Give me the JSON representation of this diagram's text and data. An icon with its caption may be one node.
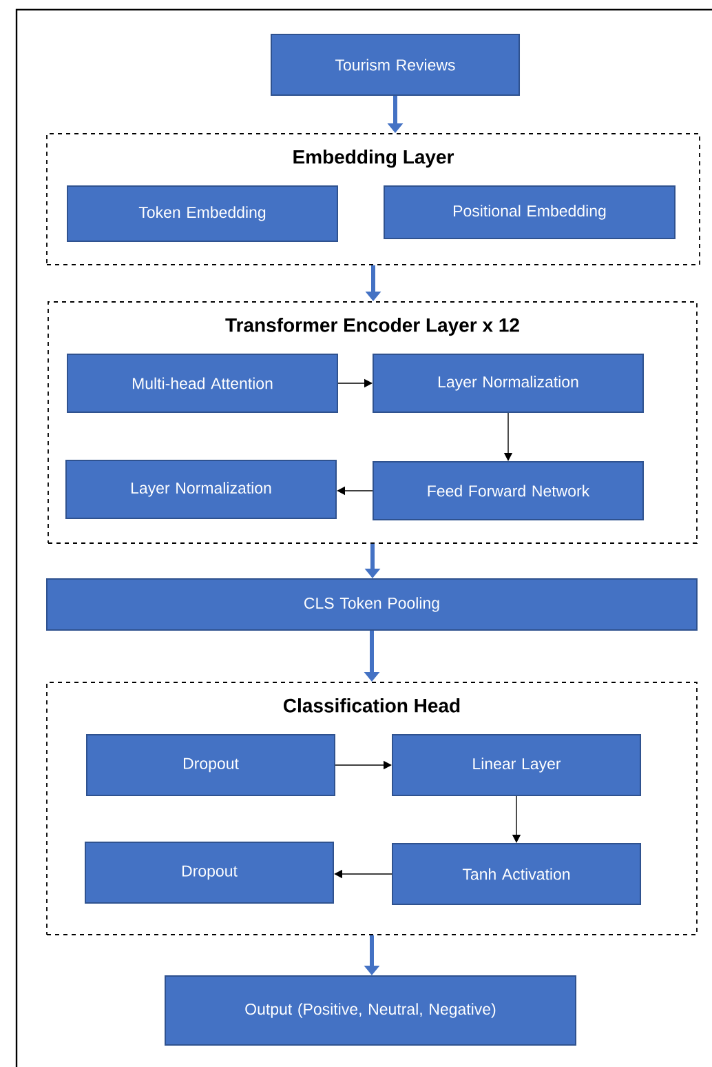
{
  "diagram": {
    "nodes": [
      {
        "text": [
          "Tourism Reviews"
        ]
      },
      {
        "text": [
          "Embedding Layer"
        ]
      },
      {
        "text": [
          "Token Embedding"
        ],
        "in": 1
      },
      {
        "text": [
          "Positional Embedding"
        ],
        "in": 1
      },
      {
        "text": [
          "Transformer Encoder Layer x 12"
        ]
      },
      {
        "text": [
          "Multi-head Attention"
        ],
        "in": 4
      },
      {
        "text": [
          "Layer Normalization"
        ],
        "in": 4
      },
      {
        "text": [
          "Feed Forward Network"
        ],
        "in": 4
      },
      {
        "text": [
          "Layer Normalization"
        ],
        "in": 4
      },
      {
        "text": [
          "CLS Token Pooling"
        ]
      },
      {
        "text": [
          "Classification Head"
        ]
      },
      {
        "text": [
          "Dropout"
        ],
        "in": 10
      },
      {
        "text": [
          "Linear Layer"
        ],
        "in": 10
      },
      {
        "text": [
          "Tanh Activation"
        ],
        "in": 10
      },
      {
        "text": [
          "Dropout"
        ],
        "in": 10
      },
      {
        "text": [
          "Output (Positive, Neutral, Negative)"
        ]
      }
    ],
    "edges": [
      {
        "from": 0,
        "to": 1,
        "arrow": "to",
        "style": "thick",
        "color": "#4472c4"
      },
      {
        "from": 1,
        "to": 4,
        "arrow": "to",
        "style": "thick",
        "color": "#4472c4"
      },
      {
        "from": 5,
        "to": 6,
        "arrow": "to"
      },
      {
        "from": 6,
        "to": 7,
        "arrow": "to"
      },
      {
        "from": 7,
        "to": 8,
        "arrow": "to"
      },
      {
        "from": 4,
        "to": 9,
        "arrow": "to",
        "style": "thick",
        "color": "#4472c4"
      },
      {
        "from": 9,
        "to": 10,
        "arrow": "to",
        "style": "thick",
        "color": "#4472c4"
      },
      {
        "from": 11,
        "to": 12,
        "arrow": "to"
      },
      {
        "from": 12,
        "to": 13,
        "arrow": "to"
      },
      {
        "from": 13,
        "to": 14,
        "arrow": "to"
      },
      {
        "from": 10,
        "to": 15,
        "arrow": "to",
        "style": "thick",
        "color": "#4472c4"
      }
    ]
  }
}
